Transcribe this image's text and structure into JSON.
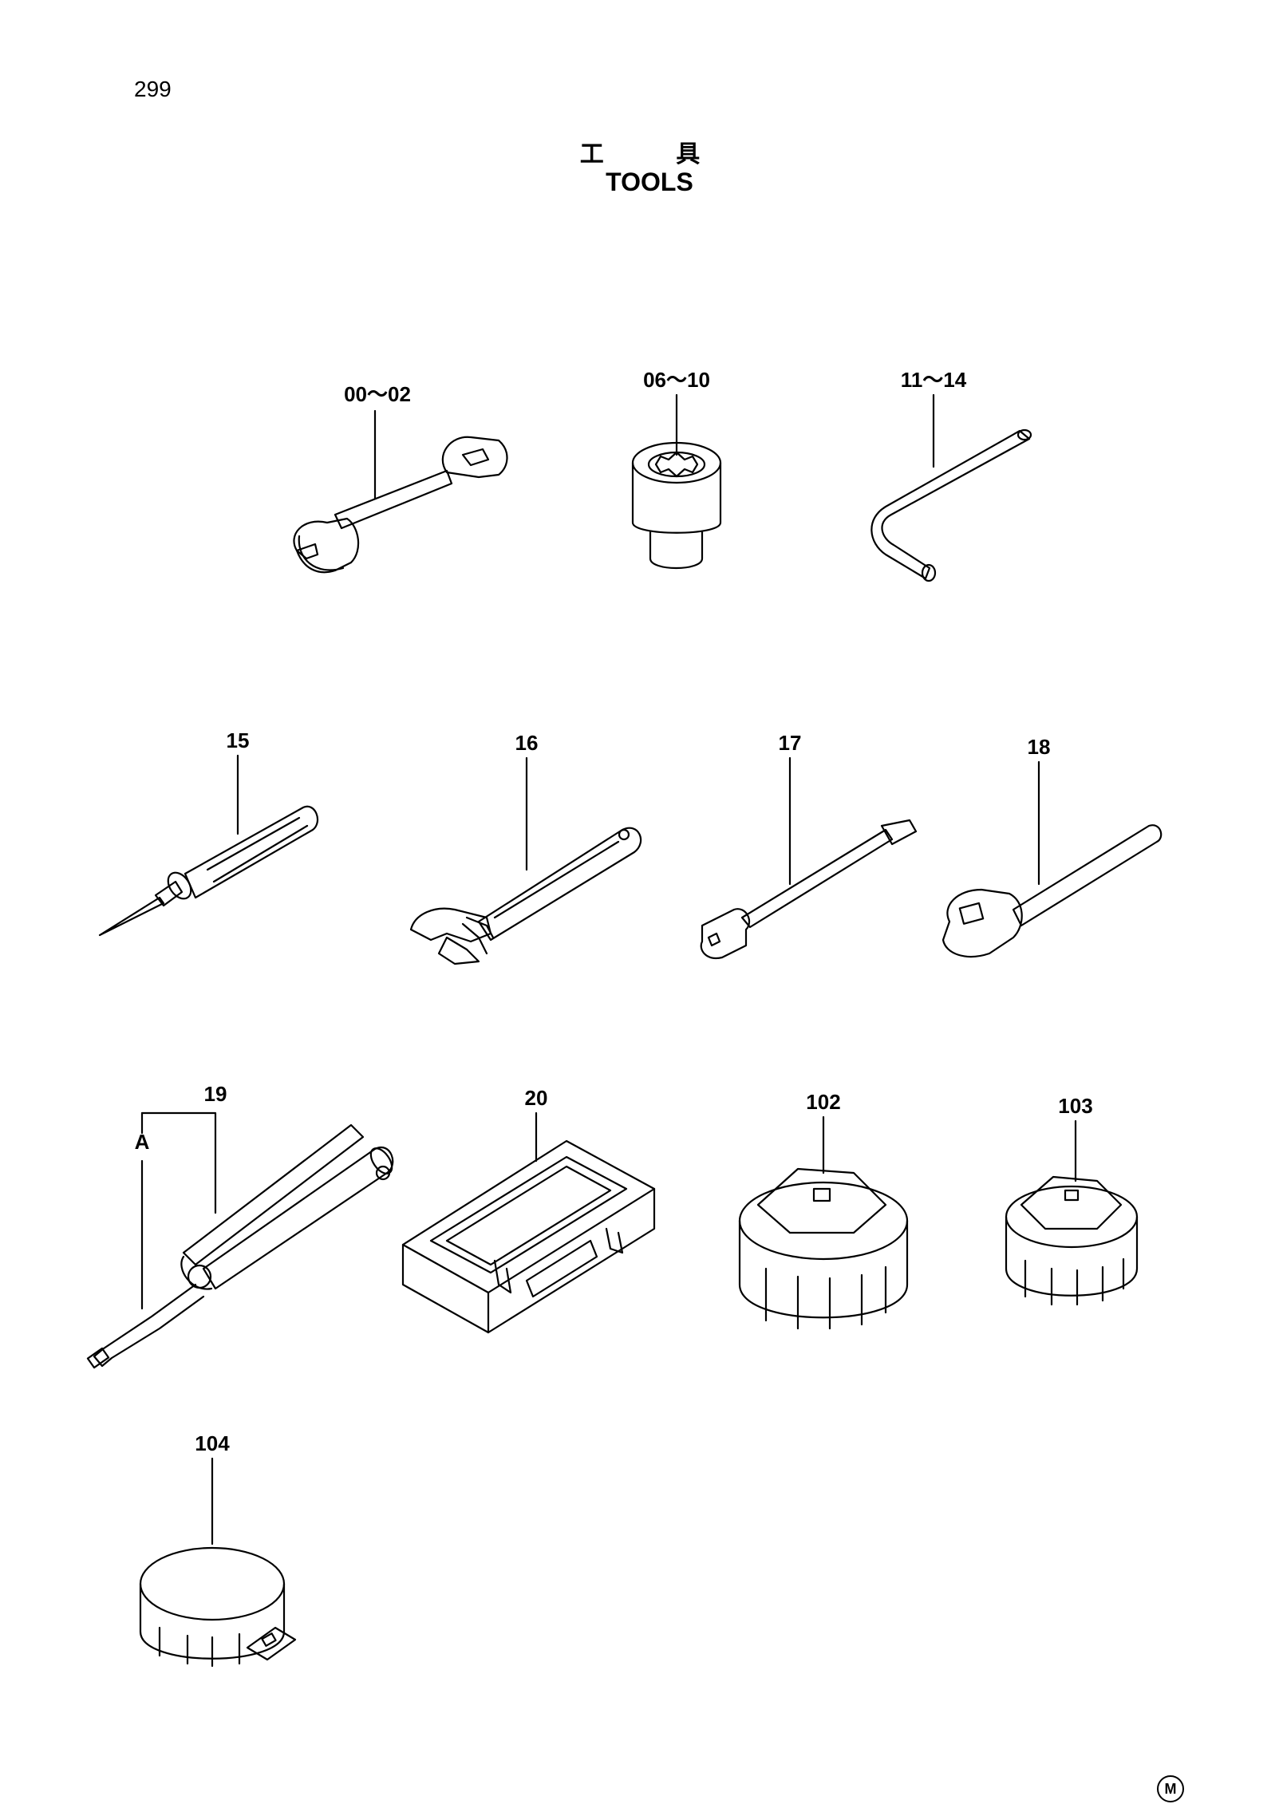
{
  "page": {
    "number": "299",
    "title_cn": "工 具",
    "title_en": "TOOLS",
    "mark": "M"
  },
  "parts": [
    {
      "ref": "00～02",
      "tool": "open-end-wrench"
    },
    {
      "ref": "06～10",
      "tool": "socket"
    },
    {
      "ref": "11～14",
      "tool": "hex-key"
    },
    {
      "ref": "15",
      "tool": "screwdriver"
    },
    {
      "ref": "16",
      "tool": "adjustable-wrench"
    },
    {
      "ref": "17",
      "tool": "extension-bar"
    },
    {
      "ref": "18",
      "tool": "ratchet-handle"
    },
    {
      "ref": "19",
      "tool": "grease-gun"
    },
    {
      "ref": "20",
      "tool": "tool-box"
    },
    {
      "ref": "102",
      "tool": "filter-wrench"
    },
    {
      "ref": "103",
      "tool": "filter-wrench"
    },
    {
      "ref": "104",
      "tool": "filter-wrench-band"
    }
  ],
  "callouts": {
    "grease_gun_detail": "A"
  }
}
